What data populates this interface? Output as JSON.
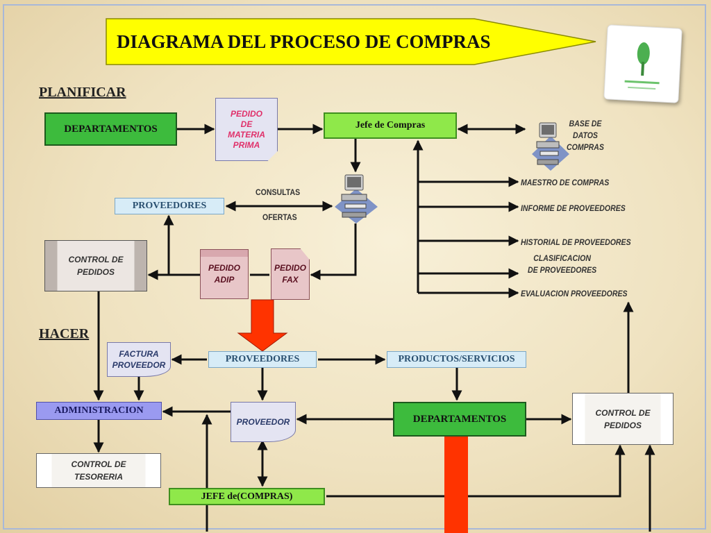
{
  "title": "DIAGRAMA DEL PROCESO DE COMPRAS",
  "sections": {
    "planificar": "PLANIFICAR",
    "hacer": "HACER"
  },
  "nodes": {
    "departamentos_top": "DEPARTAMENTOS",
    "pedido_materia_prima": "PEDIDO\nDE\nMATERIA\nPRIMA",
    "jefe_compras_top": "Jefe de Compras",
    "base_datos": "BASE DE\nDATOS\nCOMPRAS",
    "proveedores_top": "PROVEEDORES",
    "consultas": "CONSULTAS",
    "ofertas": "OFERTAS",
    "control_pedidos_left": "CONTROL DE\nPEDIDOS",
    "pedido_adip": "PEDIDO\nADIP",
    "pedido_fax": "PEDIDO\nFAX",
    "maestro_compras": "MAESTRO DE COMPRAS",
    "informe_proveedores": "INFORME DE PROVEEDORES",
    "historial_proveedores": "HISTORIAL DE PROVEEDORES",
    "clasificacion_proveedores": "CLASIFICACION\nDE PROVEEDORES",
    "evaluacion_proveedores": "EVALUACION  PROVEEDORES",
    "factura_proveedor": "FACTURA\nPROVEEDOR",
    "proveedores_mid": "PROVEEDORES",
    "productos_servicios": "PRODUCTOS/SERVICIOS",
    "administracion": "ADMINISTRACION",
    "proveedor_doc": "PROVEEDOR",
    "departamentos_bottom": "DEPARTAMENTOS",
    "control_pedidos_right": "CONTROL DE\nPEDIDOS",
    "control_tesoreria": "CONTROL DE\nTESORERIA",
    "jefe_compras_bottom": "JEFE de(COMPRAS)"
  },
  "colors": {
    "title_fill": "#ffff00",
    "dark_green": "#3dbb3d",
    "light_green": "#8fe84a",
    "light_blue": "#d7ecf7",
    "purple": "#9a9af0",
    "pink_doc": "#e8c6c8",
    "red_arrow": "#ff3300",
    "pedido_text": "#e0306a"
  },
  "icons": [
    "computer-terminal-icon",
    "logo-tree-icon"
  ]
}
